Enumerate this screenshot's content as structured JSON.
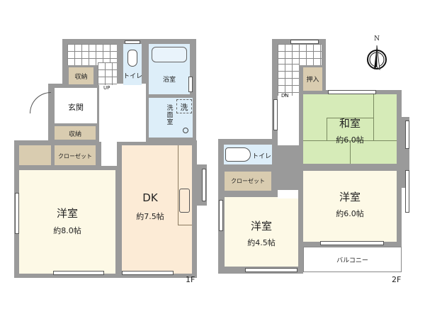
{
  "floors": [
    {
      "id": "1F",
      "label": "1F",
      "rooms": [
        {
          "key": "storage_top",
          "name": "収納"
        },
        {
          "key": "entrance",
          "name": "玄関"
        },
        {
          "key": "storage_lower",
          "name": "収納"
        },
        {
          "key": "closet",
          "name": "クローゼット"
        },
        {
          "key": "toilet",
          "name": "トイレ"
        },
        {
          "key": "bath",
          "name": "浴室"
        },
        {
          "key": "washroom",
          "name": "洗面室"
        },
        {
          "key": "washer",
          "name": "洗"
        },
        {
          "key": "western_room",
          "name": "洋室",
          "size": "約8.0帖"
        },
        {
          "key": "dk",
          "name": "DK",
          "size": "約7.5帖"
        }
      ],
      "stairs_label": "UP"
    },
    {
      "id": "2F",
      "label": "2F",
      "rooms": [
        {
          "key": "oshiire",
          "name": "押入"
        },
        {
          "key": "japanese_room",
          "name": "和室",
          "size": "約6.0帖"
        },
        {
          "key": "toilet",
          "name": "トイレ"
        },
        {
          "key": "closet",
          "name": "クローゼット"
        },
        {
          "key": "western_room_small",
          "name": "洋室",
          "size": "約4.5帖"
        },
        {
          "key": "western_room_large",
          "name": "洋室",
          "size": "約6.0帖"
        },
        {
          "key": "balcony",
          "name": "バルコニー"
        }
      ],
      "stairs_label": "DN"
    }
  ],
  "compass": {
    "label": "N",
    "icon": "north-arrow-icon"
  },
  "colors": {
    "wall": "#9a9a9a",
    "storage": "#d9ccb0",
    "wet_area": "#ddeef9",
    "western": "#fdf9e6",
    "dk": "#fcebd6",
    "tatami": "#d6ebb8",
    "white": "#ffffff"
  }
}
